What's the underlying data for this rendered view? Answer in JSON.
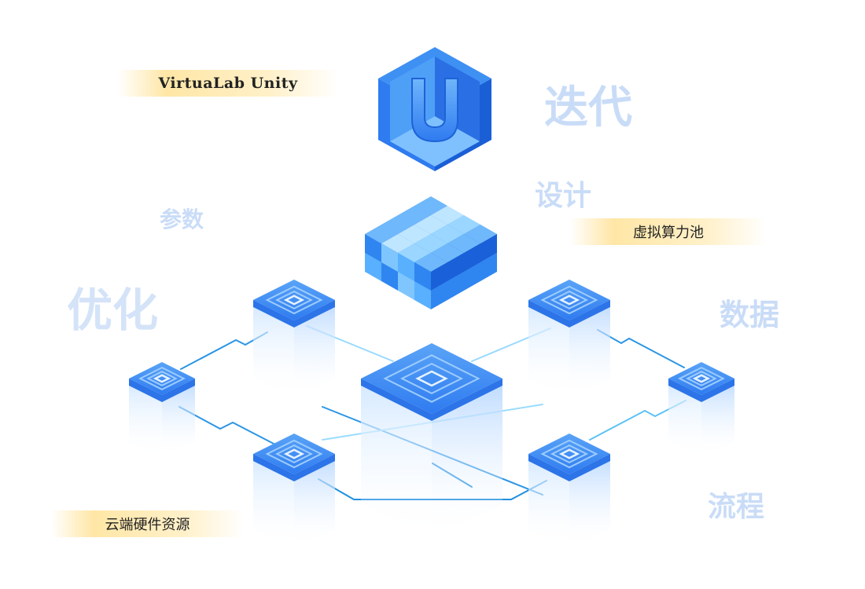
{
  "labels": {
    "virtualab_unity": "VirtuaLab Unity",
    "compute_pool": "虚拟算力池",
    "cloud_hardware": "云端硬件资源"
  },
  "keywords": {
    "iterate": "迭代",
    "design": "设计",
    "parameters": "参数",
    "optimize": "优化",
    "data": "数据",
    "workflow": "流程"
  },
  "logo_letter": "U",
  "colors": {
    "accent_blue": "#2f7bf0",
    "deep_blue": "#1a5fd6",
    "light_blue": "#8cc8ff",
    "keyword": "#c9dcf7",
    "label_highlight": "#ffe39a",
    "line": "#2fa8ea"
  }
}
